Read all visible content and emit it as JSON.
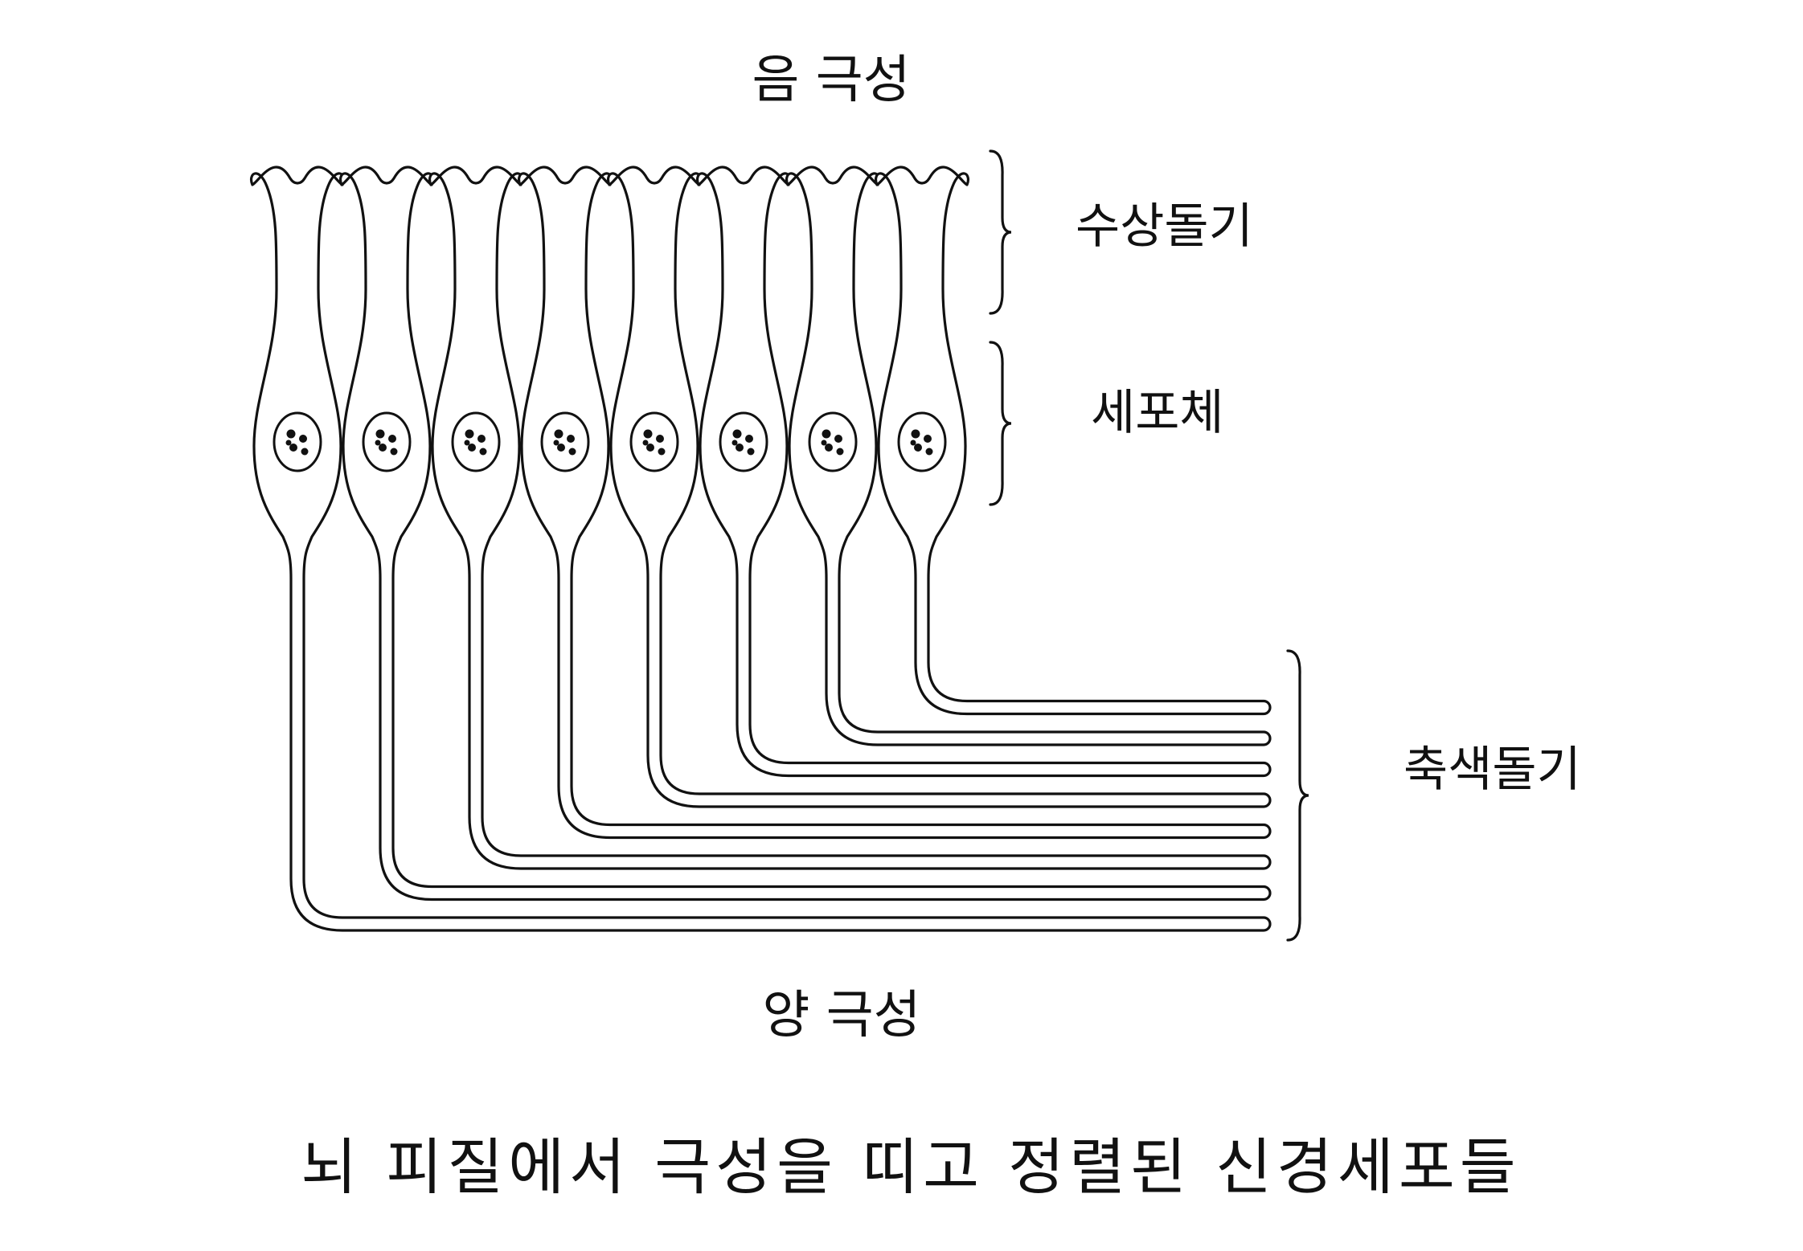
{
  "labels": {
    "pole_negative": "음 극성",
    "pole_positive": "양 극성",
    "dendrites": "수상돌기",
    "cell_body": "세포체",
    "axons": "축색돌기"
  },
  "caption": "뇌 피질에서 극성을 띠고 정렬된 신경세포들",
  "neuron_count": 8,
  "colors": {
    "ink": "#111111",
    "background": "#ffffff"
  }
}
